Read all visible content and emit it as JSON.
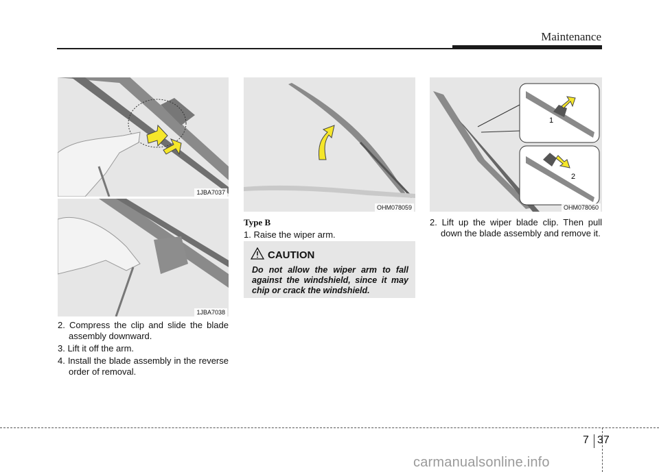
{
  "header": {
    "title": "Maintenance"
  },
  "figures": {
    "fig1": {
      "code": "1JBA7037"
    },
    "fig2": {
      "code": "1JBA7038"
    },
    "fig3": {
      "code": "OHM078059"
    },
    "fig4": {
      "code": "OHM078060",
      "callout1": "1",
      "callout2": "2"
    }
  },
  "left_column": {
    "steps": [
      "2. Compress the clip and slide the blade assembly downward.",
      "3. Lift it off the arm.",
      "4. Install the blade assembly in the reverse order of removal."
    ]
  },
  "middle_column": {
    "section_title": "Type B",
    "step": "1. Raise the wiper arm.",
    "caution": {
      "title": "CAUTION",
      "body": "Do not allow the wiper arm to fall against the windshield, since it may chip or crack the windshield."
    }
  },
  "right_column": {
    "step": "2. Lift up the wiper blade clip. Then pull down the blade assembly and remove it."
  },
  "footer": {
    "chapter": "7",
    "page": "37"
  },
  "watermark": "carmanualsonline.info",
  "colors": {
    "arrow_yellow": "#f5e62a",
    "figure_bg": "#e9e9e9"
  }
}
